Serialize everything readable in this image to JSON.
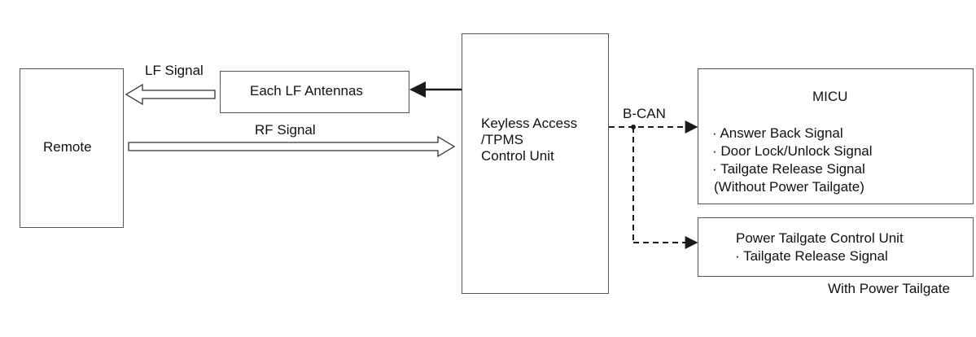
{
  "remote": {
    "label": "Remote"
  },
  "lf_antennas": {
    "label": "Each LF Antennas"
  },
  "lf_signal": {
    "label": "LF Signal"
  },
  "rf_signal": {
    "label": "RF Signal"
  },
  "control_unit": {
    "line1": "Keyless Access",
    "line2": "/TPMS",
    "line3": "Control Unit"
  },
  "bus": {
    "label": "B-CAN"
  },
  "micu": {
    "title": "MICU",
    "items": [
      "· Answer Back Signal",
      "· Door Lock/Unlock Signal",
      "· Tailgate Release Signal"
    ],
    "note": "(Without Power Tailgate)"
  },
  "power_tailgate": {
    "title": "Power Tailgate Control Unit",
    "items": [
      "· Tailgate Release Signal"
    ],
    "caption": "With Power Tailgate"
  },
  "colors": {
    "line": "#1a1a1a",
    "box_border": "#555555"
  }
}
